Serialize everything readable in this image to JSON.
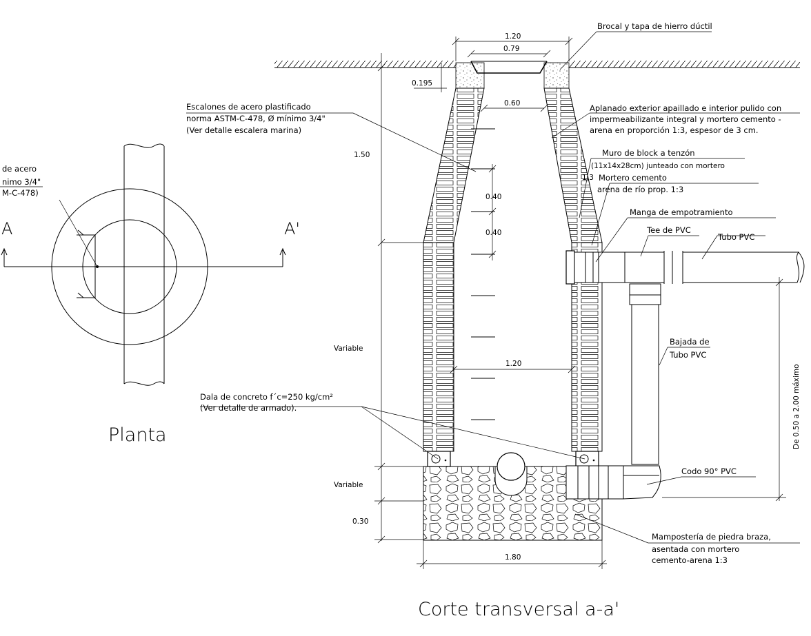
{
  "plan": {
    "title": "Planta",
    "section_left": "A",
    "section_right": "A'",
    "note": [
      "de acero",
      "nimo 3/4\"",
      "M-C-478)"
    ]
  },
  "section": {
    "title": "Corte transversal a-a'"
  },
  "dimensions": {
    "cover_outer": "1.20",
    "cover_inner": "0.79",
    "neck_height": "0.195",
    "neck_opening": "0.60",
    "cone_height": "1.50",
    "step_spacing_1": "0.40",
    "step_spacing_2": "0.40",
    "shaft_width": "1.20",
    "shaft_height": "Variable",
    "base_height": "Variable",
    "slab_height": "0.30",
    "base_width": "1.80",
    "drop_height": "De 0.50 a 2.00 máximo"
  },
  "labels": {
    "cover": "Brocal y tapa  de hierro dúctil",
    "steps": [
      "Escalones de acero plastificado",
      "norma ASTM-C-478, Ø mínimo 3/4\"",
      "(Ver detalle escalera marina)"
    ],
    "plaster": [
      "Aplanado exterior apaillado e interior pulido con",
      "impermeabilizante integral y mortero cemento -",
      "arena en proporción 1:3, espesor de  3 cm."
    ],
    "block_wall": [
      "Muro de block a tenzón",
      "(11x14x28cm) junteado con mortero",
      "1:3"
    ],
    "mortar": [
      "Mortero cemento",
      "arena de río prop. 1:3"
    ],
    "sleeve": "Manga de empotramiento",
    "tee": "Tee de PVC",
    "pipe": "Tubo PVC",
    "drop_pipe": [
      "Bajada de",
      "Tubo PVC"
    ],
    "beam": [
      "Dala de concreto f´c=250 kg/cm²",
      "(Ver detalle de armado)."
    ],
    "elbow": "Codo 90° PVC",
    "masonry": [
      "Mampostería de piedra braza,",
      "asentada con mortero",
      "cemento-arena 1:3"
    ]
  }
}
